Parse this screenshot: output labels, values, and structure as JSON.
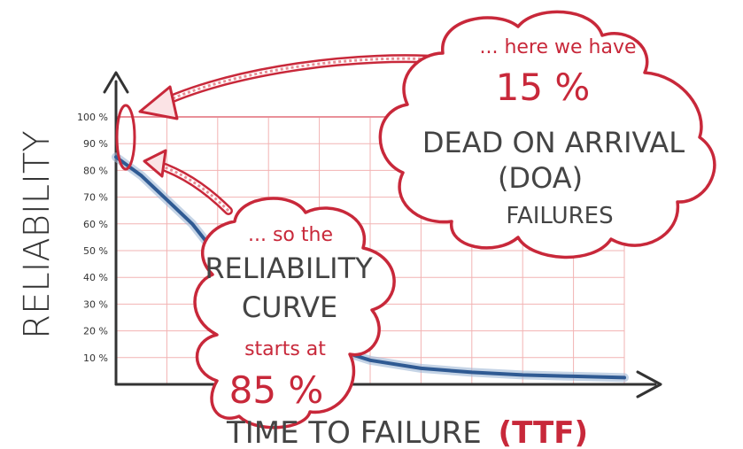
{
  "chart_data": {
    "type": "line",
    "xlabel": "TIME TO FAILURE",
    "xlabel_suffix": "(TTF)",
    "ylabel": "RELIABILITY",
    "y_ticks": [
      "100 %",
      "90 %",
      "80 %",
      "70 %",
      "60 %",
      "50 %",
      "40 %",
      "30 %",
      "20 %",
      "10 %"
    ],
    "ylim": [
      0,
      100
    ],
    "grid": true,
    "x": [
      0,
      0.5,
      1,
      1.5,
      2,
      2.5,
      3,
      3.5,
      4,
      5,
      6,
      7,
      8,
      9,
      10
    ],
    "series": [
      {
        "values": [
          85,
          78,
          69,
          60,
          48,
          37,
          28,
          20,
          15,
          9,
          6,
          4.5,
          3.5,
          3,
          2.5
        ]
      }
    ],
    "colors": {
      "curve": "#2f5a93",
      "accent": "#c8283a",
      "grid": "#f2b3b3",
      "axis": "#333333"
    }
  },
  "callouts": {
    "doa": {
      "line1": "... here we have",
      "percent": "15 %",
      "line3": "DEAD ON ARRIVAL",
      "line4": "(DOA)",
      "line5": "FAILURES"
    },
    "curve": {
      "line1": "... so the",
      "line2": "RELIABILITY",
      "line3": "CURVE",
      "line4": "starts at",
      "percent": "85 %"
    }
  }
}
